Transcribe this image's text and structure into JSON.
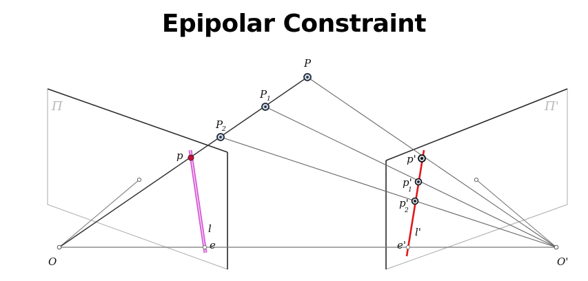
{
  "title": "Epipolar Constraint",
  "labels": {
    "plane_left": "Π",
    "plane_right": "Π'",
    "P": "P",
    "P1": "P",
    "P1_sub": "1",
    "P2": "P",
    "P2_sub": "2",
    "p": "p",
    "p_prime": "p'",
    "p1_prime": "p'",
    "p1_prime_sub": "1",
    "p2_prime": "p'",
    "p2_prime_sub": "2",
    "l": "l",
    "l_prime": "l'",
    "e": "e",
    "e_prime": "e'",
    "O": "O",
    "O_prime": "O'"
  },
  "colors": {
    "epipolar_line_left": "#d65ad6",
    "epipolar_line_right": "#e01818",
    "image_point_left": "#c0143c",
    "frame": "#333333",
    "rays": "#555555"
  }
}
